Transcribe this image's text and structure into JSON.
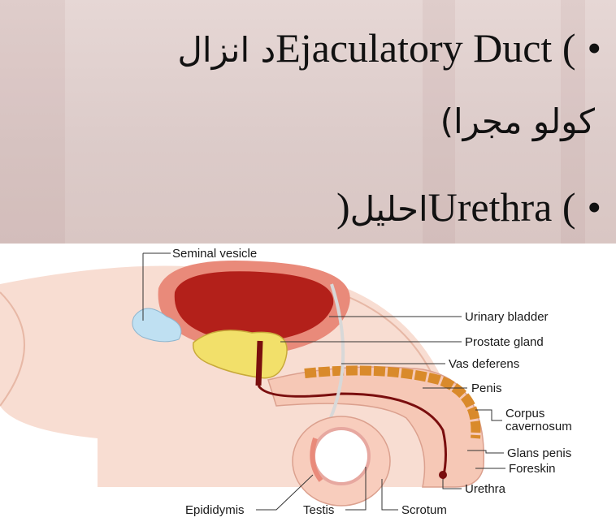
{
  "slide": {
    "bullet": "•",
    "line1_en": "Ejaculatory Duct (",
    "line1_ar": "د انزال",
    "line2_ar": "كولو مجرا)",
    "line3_en": "Urethra (",
    "line3_ar": "احليل",
    "line3_close": ")"
  },
  "diagram": {
    "labels": {
      "seminal_vesicle": "Seminal vesicle",
      "urinary_bladder": "Urinary bladder",
      "prostate_gland": "Prostate gland",
      "vas_deferens": "Vas deferens",
      "penis": "Penis",
      "corpus_cavernosum_1": "Corpus",
      "corpus_cavernosum_2": "cavernosum",
      "glans_penis": "Glans penis",
      "foreskin": "Foreskin",
      "urethra": "Urethra",
      "epididymis": "Epididymis",
      "testis": "Testis",
      "scrotum": "Scrotum"
    },
    "colors": {
      "skin": "#f6d2c3",
      "bladder_wall": "#e98a7a",
      "bladder_lumen": "#b3201a",
      "prostate": "#f2e06a",
      "seminal_vesicle": "#bfe0f2",
      "corpus": "#d98a2b",
      "duct": "#7a0e0e"
    }
  }
}
